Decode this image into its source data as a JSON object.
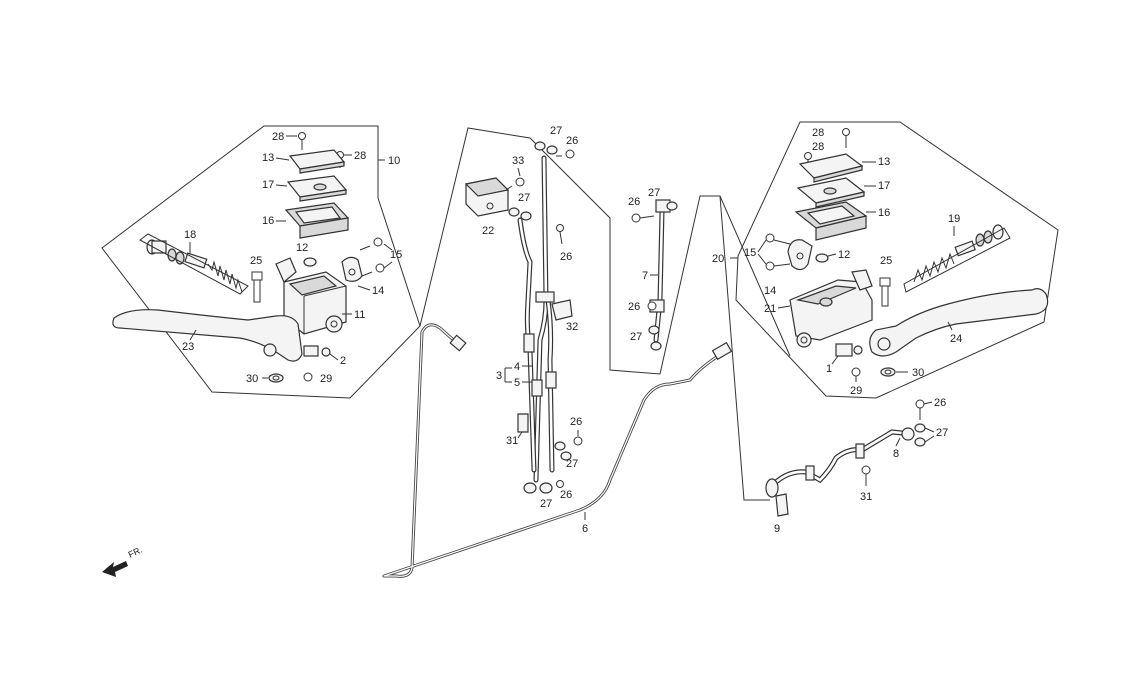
{
  "diagram": {
    "direction_label": "FR.",
    "left_assembly": {
      "box_label": "10",
      "callouts": {
        "lever": "23",
        "master_cylinder": "11",
        "switch": "2",
        "washer": "30",
        "screw_switch": "29",
        "cap": "13",
        "plate": "17",
        "diaphragm": "16",
        "screw_top_a": "28",
        "screw_top_b": "28",
        "piston_set": "18",
        "bolt_pivot": "25",
        "holder": "14",
        "holder_bolts": "15",
        "clip": "12"
      }
    },
    "right_assembly": {
      "box_label": "20",
      "callouts": {
        "lever": "24",
        "master_cylinder": "21",
        "switch": "1",
        "washer": "30",
        "screw_switch": "29",
        "cap": "13",
        "plate": "17",
        "diaphragm": "16",
        "screw_top_a": "28",
        "screw_top_b": "28",
        "piston_set": "19",
        "bolt_pivot": "25",
        "holder": "14",
        "holder_bolts": "15",
        "clip": "12"
      }
    },
    "center_assembly": {
      "callouts": {
        "joint": "22",
        "joint_bolt": "33",
        "washers_top": "27",
        "bolt_top": "26",
        "washers_joint": "27",
        "bolt_clamp": "26",
        "clamp": "32",
        "hose_group": "3",
        "hose_a": "4",
        "hose_b": "5",
        "stay": "31",
        "bolt_lower": "26",
        "washers_lower": "27",
        "bolt_bottom": "26",
        "washers_bottom": "27"
      }
    },
    "pipe_label": "6",
    "short_hose": {
      "label": "7",
      "bolt_top": "26",
      "washers_top": "27",
      "bolt_bottom": "26",
      "washers_bottom": "27"
    },
    "right_hose": {
      "label": "8",
      "bolt": "26",
      "washers": "27",
      "clamp_label": "9",
      "stay_label": "31"
    }
  }
}
